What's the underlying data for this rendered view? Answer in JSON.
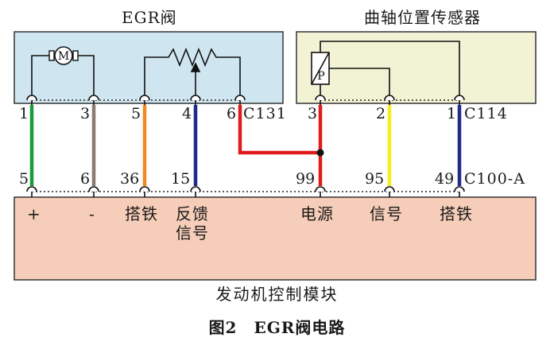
{
  "egr_box": {
    "title": "EGR阀",
    "motor_symbol": "M"
  },
  "crank_box": {
    "title": "曲轴位置传感器",
    "sensor_symbol": "P"
  },
  "connectors": {
    "egr": "C131",
    "crank": "C114",
    "ecm": "C100-A"
  },
  "egr_pins": [
    "1",
    "3",
    "5",
    "4",
    "6"
  ],
  "crank_pins": [
    "3",
    "2",
    "1"
  ],
  "ecm_pins": [
    "5",
    "6",
    "36",
    "15",
    "99",
    "95",
    "49"
  ],
  "ecm_signals": {
    "plus": "+",
    "minus": "-",
    "ground1": "搭铁",
    "feedback_l1": "反馈",
    "feedback_l2": "信号",
    "power": "电源",
    "signal": "信号",
    "ground2": "搭铁"
  },
  "module": {
    "title": "发动机控制模块"
  },
  "caption": "图2　EGR阀电路",
  "colors": {
    "box_fill": "#cfe6f1",
    "sensor_fill": "#f2f2d5",
    "module_fill": "#f6cdb8",
    "wire_green": "#1a9a3c",
    "wire_brown": "#8c7b70",
    "wire_orange": "#f08a1c",
    "wire_blue": "#232a8c",
    "wire_red": "#e01b1b",
    "wire_yellow": "#f5ee1a"
  }
}
